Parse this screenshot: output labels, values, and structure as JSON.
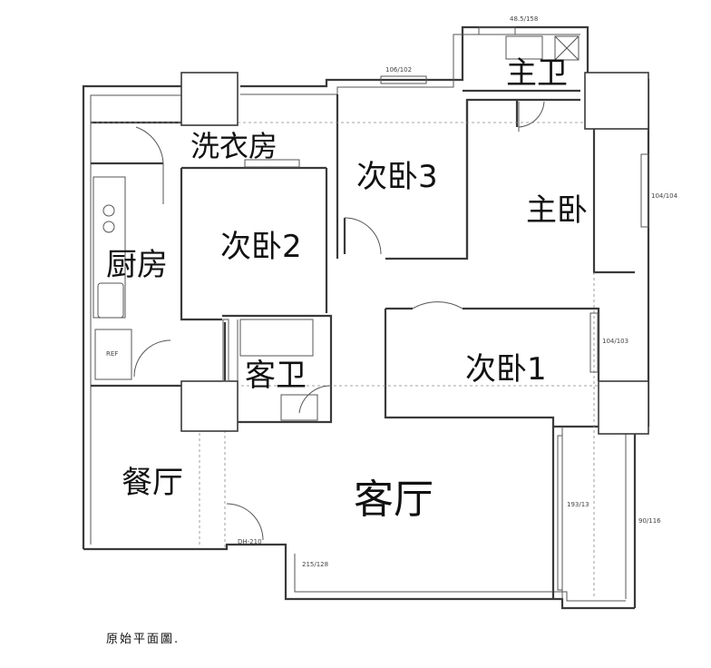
{
  "rooms": {
    "master_bath": "主卫",
    "laundry": "洗衣房",
    "bedroom3": "次卧3",
    "master_bedroom": "主卧",
    "bedroom2": "次卧2",
    "kitchen": "厨房",
    "guest_bath": "客卫",
    "bedroom1": "次卧1",
    "dining": "餐厅",
    "living": "客厅"
  },
  "dimensions": {
    "top_window": "48.5/158",
    "bedroom3_window": "106/102",
    "master_window": "104/104",
    "bedroom1_window": "104/103",
    "balcony_door": "193/13",
    "balcony_side": "90/116",
    "living_window": "215/128",
    "door_height": "DH-210"
  },
  "fixtures": {
    "fridge": "REF"
  },
  "caption": "原始平面圖."
}
